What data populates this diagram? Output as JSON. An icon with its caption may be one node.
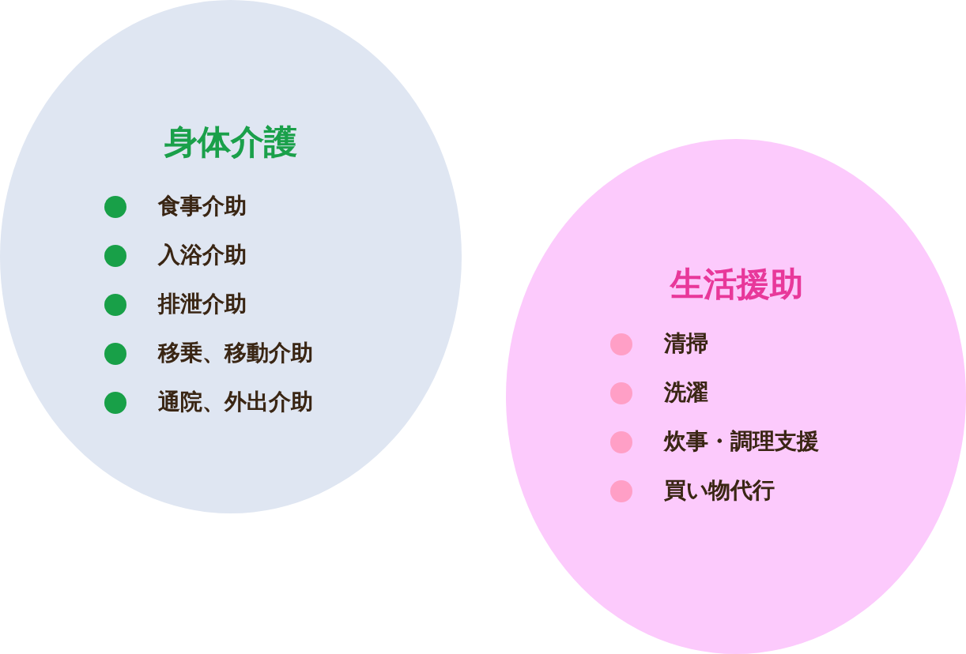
{
  "diagram": {
    "nodes": [
      {
        "text": [
          "身体介護",
          "食事介助",
          "入浴介助",
          "排泄介助",
          "移乗、移動介助",
          "通院、外出介助"
        ]
      },
      {
        "text": [
          "生活援助",
          "清掃",
          "洗濯",
          "炊事・調理支援",
          "買い物代行"
        ]
      }
    ]
  }
}
